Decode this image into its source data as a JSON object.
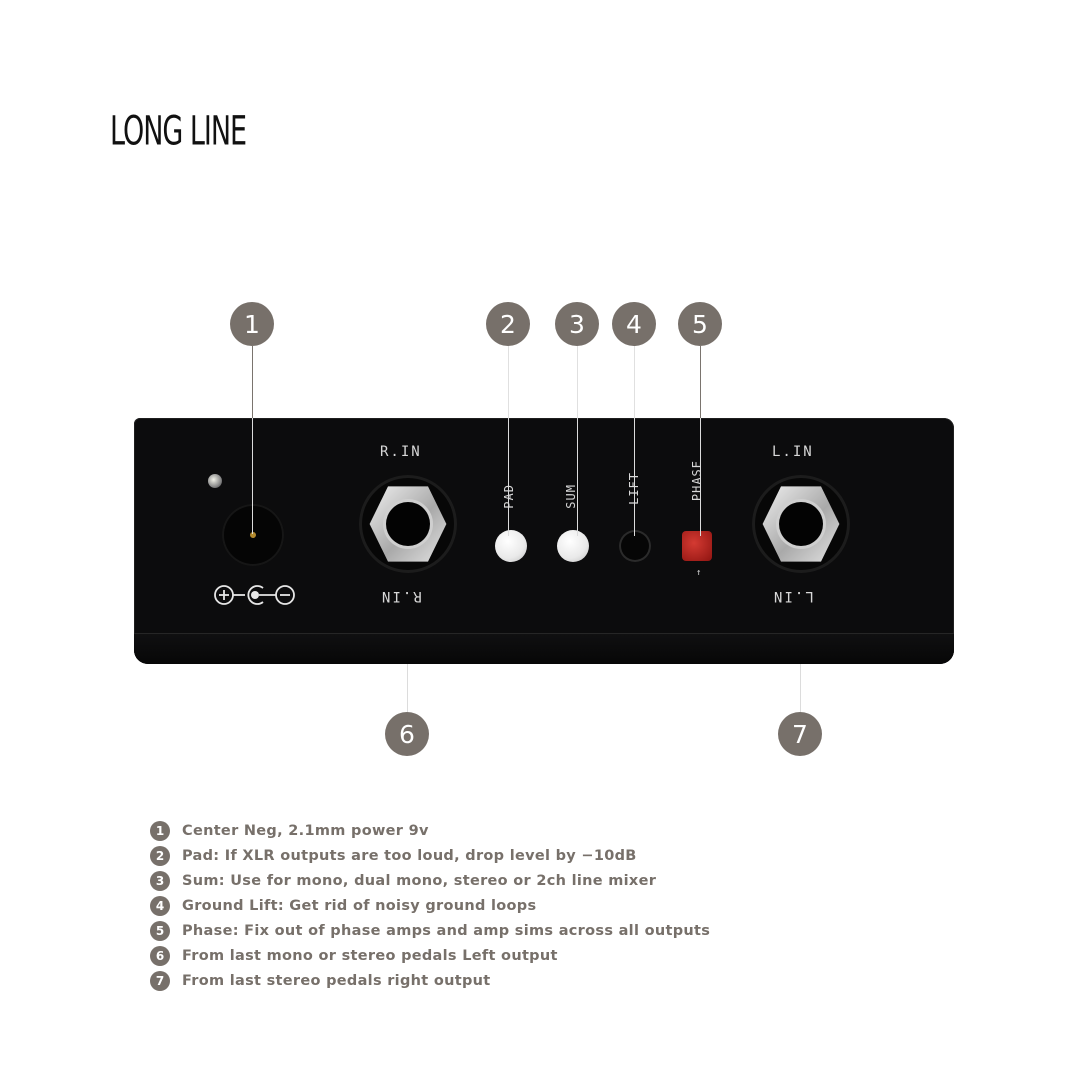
{
  "brand": {
    "logo_text": "LONG LINE"
  },
  "panel": {
    "right_input_label": "R.IN",
    "left_input_label": "L.IN",
    "pad_label": "PAD",
    "sum_label": "SUM",
    "lift_label": "LIFT",
    "phase_label": "PHASE",
    "phase_sub": "↑"
  },
  "colors": {
    "callout": "#77706a",
    "enclosure": "#0c0c0d",
    "phase_button": "#b31e18",
    "text_accent": "#77706a"
  },
  "callouts": [
    {
      "number": "1",
      "icon": "power-jack"
    },
    {
      "number": "2",
      "icon": "pad-button"
    },
    {
      "number": "3",
      "icon": "sum-button"
    },
    {
      "number": "4",
      "icon": "lift-button"
    },
    {
      "number": "5",
      "icon": "phase-button"
    },
    {
      "number": "6",
      "icon": "right-input-jack"
    },
    {
      "number": "7",
      "icon": "left-input-jack"
    }
  ],
  "legend": [
    {
      "number": "1",
      "text": "Center Neg, 2.1mm power 9v"
    },
    {
      "number": "2",
      "text": "Pad: If XLR outputs are too loud, drop level by −10dB"
    },
    {
      "number": "3",
      "text": "Sum: Use for mono, dual mono, stereo or 2ch line mixer"
    },
    {
      "number": "4",
      "text": "Ground Lift: Get rid of noisy ground loops"
    },
    {
      "number": "5",
      "text": "Phase: Fix out of phase amps and amp sims across all outputs"
    },
    {
      "number": "6",
      "text": "From last mono or stereo pedals Left output"
    },
    {
      "number": "7",
      "text": "From last stereo pedals right output"
    }
  ]
}
